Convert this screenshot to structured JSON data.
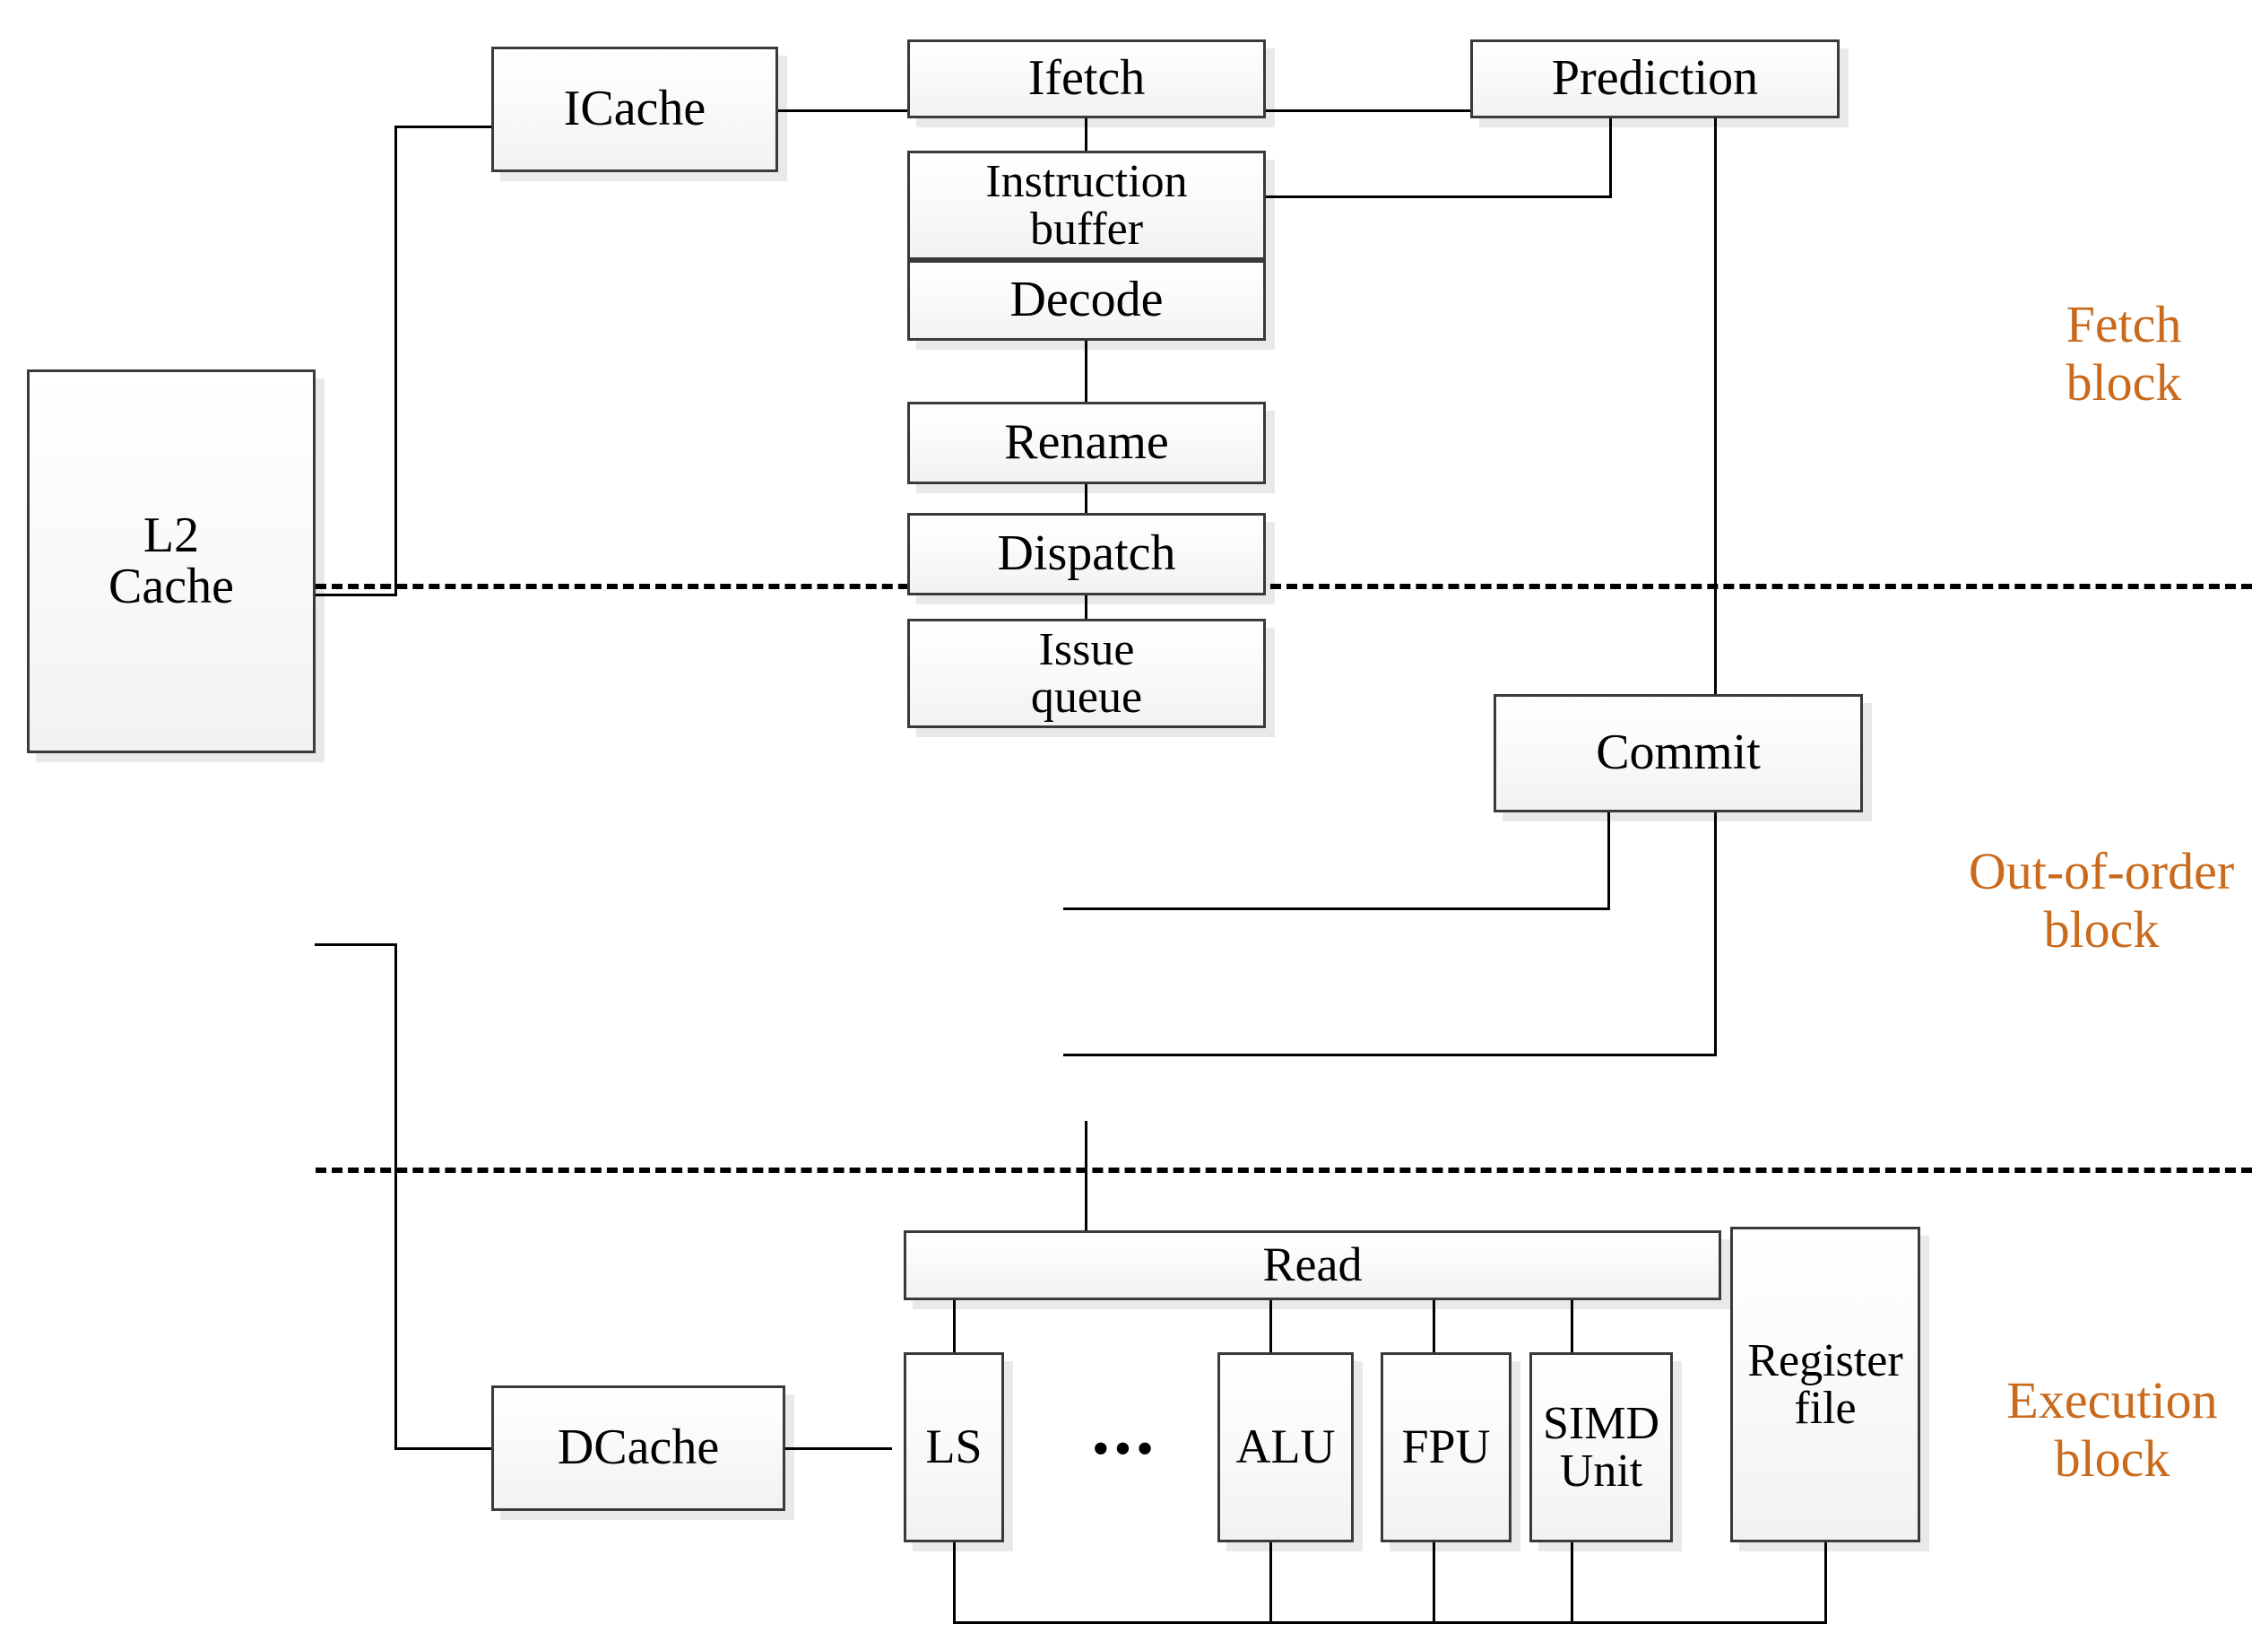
{
  "diagram": {
    "title": "Superscalar out-of-order processor pipeline block diagram",
    "accent_color": "#C96A1C",
    "box_border_color": "#3a3a3a",
    "line_color": "#000000",
    "ellipsis": "•••",
    "nodes": {
      "l2_cache": "L2\nCache",
      "icache": "ICache",
      "ifetch": "Ifetch",
      "prediction": "Prediction",
      "instruction_buffer": "Instruction\nbuffer",
      "decode": "Decode",
      "rename": "Rename",
      "dispatch": "Dispatch",
      "commit": "Commit",
      "issue_queue": "Issue\nqueue",
      "read": "Read",
      "dcache": "DCache",
      "ls": "LS",
      "alu": "ALU",
      "fpu": "FPU",
      "simd_unit": "SIMD\nUnit",
      "register_file": "Register\nfile"
    },
    "section_labels": {
      "fetch": "Fetch\nblock",
      "out_of_order": "Out-of-order\nblock",
      "execution": "Execution\nblock"
    }
  }
}
